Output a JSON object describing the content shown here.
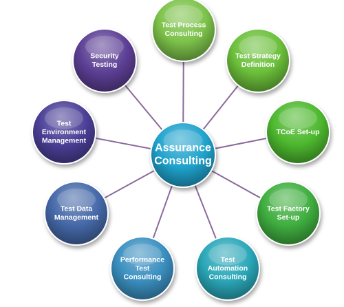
{
  "center": {
    "label_lines": [
      "Assurance",
      "Consulting"
    ],
    "color": "#1fa2cc"
  },
  "connector_color": "#8a6a9c",
  "nodes": [
    {
      "id": "test-process-consulting",
      "label_lines": [
        "Test Process",
        "Consulting"
      ],
      "color": "#7cc24a",
      "group": "green"
    },
    {
      "id": "test-strategy-definition",
      "label_lines": [
        "Test Strategy",
        "Definition"
      ],
      "color": "#6bbf3a",
      "group": "green"
    },
    {
      "id": "tcoe-set-up",
      "label_lines": [
        "TCoE Set-up"
      ],
      "color": "#4db82e",
      "group": "green"
    },
    {
      "id": "test-factory-set-up",
      "label_lines": [
        "Test Factory",
        "Set-up"
      ],
      "color": "#3fae3f",
      "group": "green"
    },
    {
      "id": "test-automation-consulting",
      "label_lines": [
        "Test",
        "Automation",
        "Consulting"
      ],
      "color": "#2aa7b8",
      "group": "teal"
    },
    {
      "id": "performance-test-consulting",
      "label_lines": [
        "Performance",
        "Test",
        "Consulting"
      ],
      "color": "#3a8fc0",
      "group": "blue"
    },
    {
      "id": "test-data-management",
      "label_lines": [
        "Test Data",
        "Management"
      ],
      "color": "#4568a8",
      "group": "blue"
    },
    {
      "id": "test-environment-management",
      "label_lines": [
        "Test",
        "Environment",
        "Management"
      ],
      "color": "#4a3f96",
      "group": "purple"
    },
    {
      "id": "security-testing",
      "label_lines": [
        "Security",
        "Testing"
      ],
      "color": "#5c3f94",
      "group": "purple"
    }
  ]
}
